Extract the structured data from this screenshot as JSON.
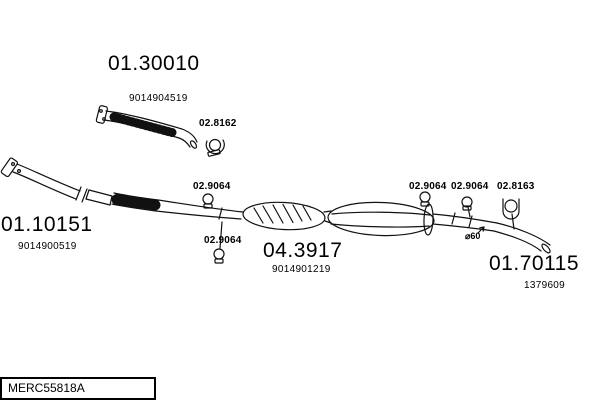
{
  "drawing_code": "MERC55818A",
  "parts": {
    "front_pipe": {
      "number": "01.30010",
      "ref": "9014904519"
    },
    "downpipe": {
      "number": "01.10151",
      "ref": "9014900519"
    },
    "center_silencer": {
      "number": "04.3917",
      "ref": "9014901219"
    },
    "rear_pipe": {
      "number": "01.70115",
      "ref": "1379609"
    }
  },
  "fittings": {
    "mount_top": "02.8162",
    "clamp_1": "02.9064",
    "clamp_2": "02.9064",
    "clamp_3": "02.9064",
    "clamp_4": "02.9064",
    "hanger": "02.8163"
  },
  "annotations": {
    "pipe_diameter": "⌀60"
  },
  "colors": {
    "line": "#111111",
    "background": "#ffffff"
  }
}
